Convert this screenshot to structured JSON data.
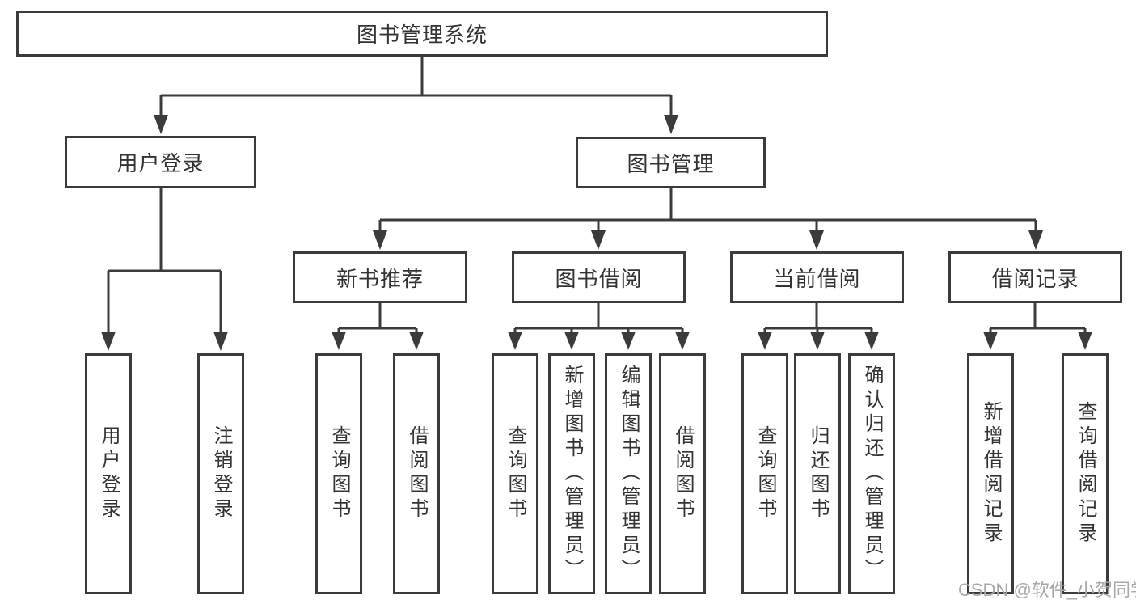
{
  "colors": {
    "line": "#3b3b3b",
    "box_border": "#3b3b3b",
    "text": "#333333",
    "watermark": "#a8a8a8",
    "background": "#ffffff"
  },
  "watermark": {
    "text": "CSDN @软件_小贺同学"
  },
  "diagram": {
    "root": {
      "label": "图书管理系统"
    },
    "level2": [
      {
        "label": "用户登录"
      },
      {
        "label": "图书管理"
      }
    ],
    "level3": [
      {
        "label": "新书推荐"
      },
      {
        "label": "图书借阅"
      },
      {
        "label": "当前借阅"
      },
      {
        "label": "借阅记录"
      }
    ],
    "leaves": {
      "user_login": [
        {
          "label": "用户登录"
        },
        {
          "label": "注销登录"
        }
      ],
      "new_book_recommend": [
        {
          "label": "查询图书"
        },
        {
          "label": "借阅图书"
        }
      ],
      "book_borrow": [
        {
          "label": "查询图书"
        },
        {
          "label": "新增图书（管理员）"
        },
        {
          "label": "编辑图书（管理员）"
        },
        {
          "label": "借阅图书"
        }
      ],
      "current_borrow": [
        {
          "label": "查询图书"
        },
        {
          "label": "归还图书"
        },
        {
          "label": "确认归还（管理员）"
        }
      ],
      "borrow_records": [
        {
          "label": "新增借阅记录"
        },
        {
          "label": "查询借阅记录"
        }
      ]
    }
  }
}
